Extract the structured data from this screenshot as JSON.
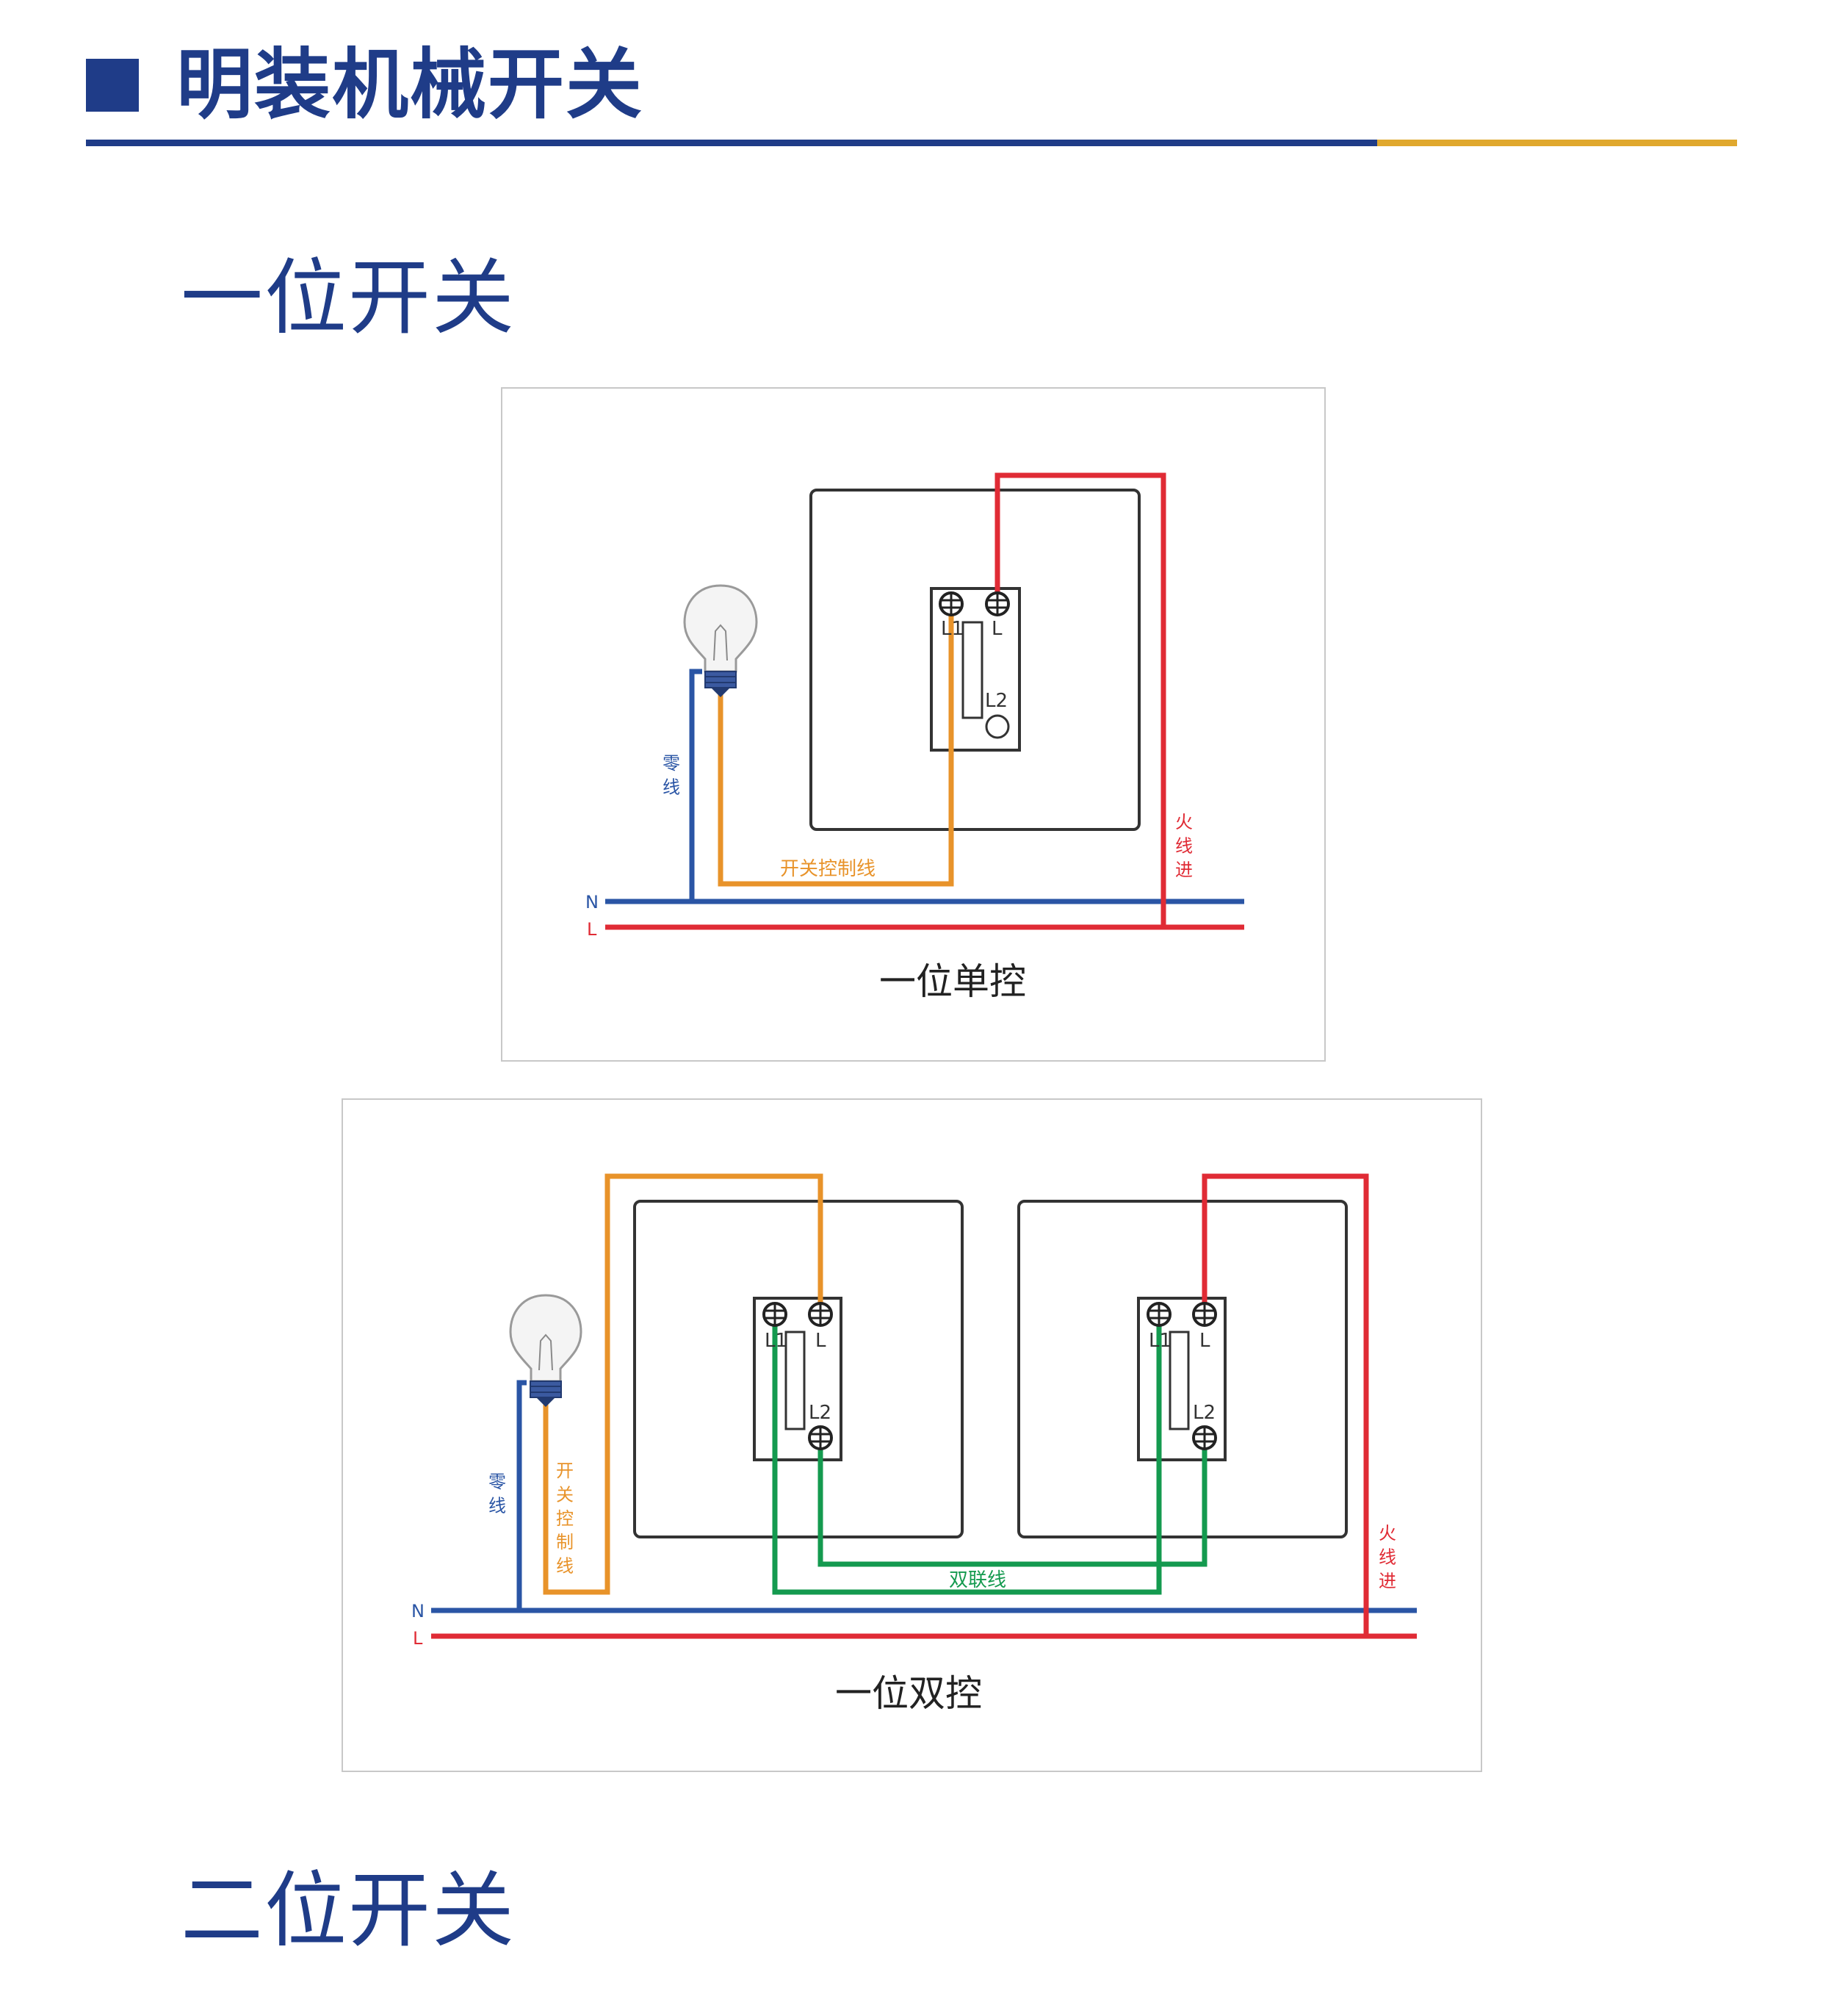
{
  "header": {
    "title": "明装机械开关"
  },
  "sections": [
    {
      "title": "一位开关"
    },
    {
      "title": "二位开关"
    }
  ],
  "diagrams": {
    "single_control": {
      "caption": "一位单控",
      "neutral_label": "零\n线",
      "switch_wire_label": "开关控制线",
      "live_in_label": "火\n线\n进",
      "bus_n": "N",
      "bus_l": "L",
      "terminal_l1": "L1",
      "terminal_l": "L",
      "terminal_l2": "L2"
    },
    "double_control": {
      "caption": "一位双控",
      "neutral_label": "零\n线",
      "switch_wire_label": "开\n关\n控\n制\n线",
      "traveler_label": "双联线",
      "live_in_label": "火\n线\n进",
      "bus_n": "N",
      "bus_l": "L",
      "terminal_l1": "L1",
      "terminal_l": "L",
      "terminal_l2": "L2"
    }
  },
  "colors": {
    "brand_blue": "#1f3c88",
    "accent_gold": "#e0a82e",
    "neutral_wire": "#2a55a5",
    "live_wire": "#e02b35",
    "switch_wire": "#e8932a",
    "traveler_wire": "#149a4f"
  }
}
